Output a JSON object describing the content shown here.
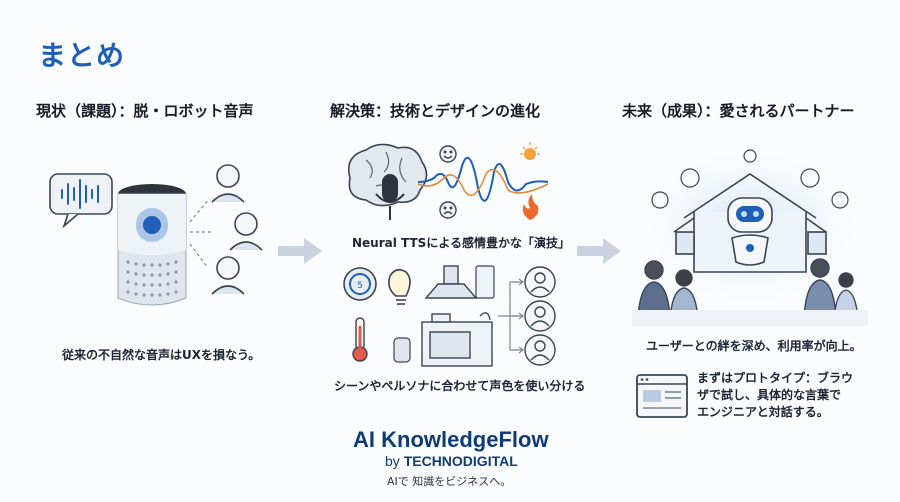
{
  "page": {
    "title": "まとめ"
  },
  "columns": [
    {
      "heading": "現状（課題）：脱・ロボット音声",
      "caption": "従来の不自然な音声はUXを損なう。"
    },
    {
      "heading": "解決策：技術とデザインの進化",
      "caption_top": "Neural TTSによる感情豊かな「演技」",
      "caption_bottom": "シーンやペルソナに合わせて声色を使い分ける"
    },
    {
      "heading": "未来（成果）：愛されるパートナー",
      "caption": "ユーザーとの絆を深め、利用率が向上。",
      "note_lines": [
        "まずはプロトタイプ：ブラウ",
        "ザで試し、具体的な言葉で",
        "エンジニアと対話する。"
      ]
    }
  ],
  "brand": {
    "name_prefix": "AI ",
    "name_main": "KnowledgeFlow",
    "by_prefix": "by ",
    "by_name": "TECHNODIGITAL",
    "tagline": "AIで 知識をビジネスへ。"
  },
  "icons": [
    "speech-bubble-waveform-icon",
    "smart-speaker-icon",
    "user-avatar-icon",
    "arrow-right-icon",
    "brain-icon",
    "microphone-icon",
    "sound-wave-icon",
    "happy-face-icon",
    "sad-face-icon",
    "lightbulb-icon",
    "fire-icon",
    "thermostat-icon",
    "thermometer-icon",
    "range-hood-icon",
    "kitchen-stove-icon",
    "robot-icon",
    "smart-home-icon",
    "family-icon",
    "browser-window-icon"
  ],
  "colors": {
    "accent": "#1f5fb8",
    "arrow": "#c9d2de",
    "brand": "#0f3b7a"
  }
}
